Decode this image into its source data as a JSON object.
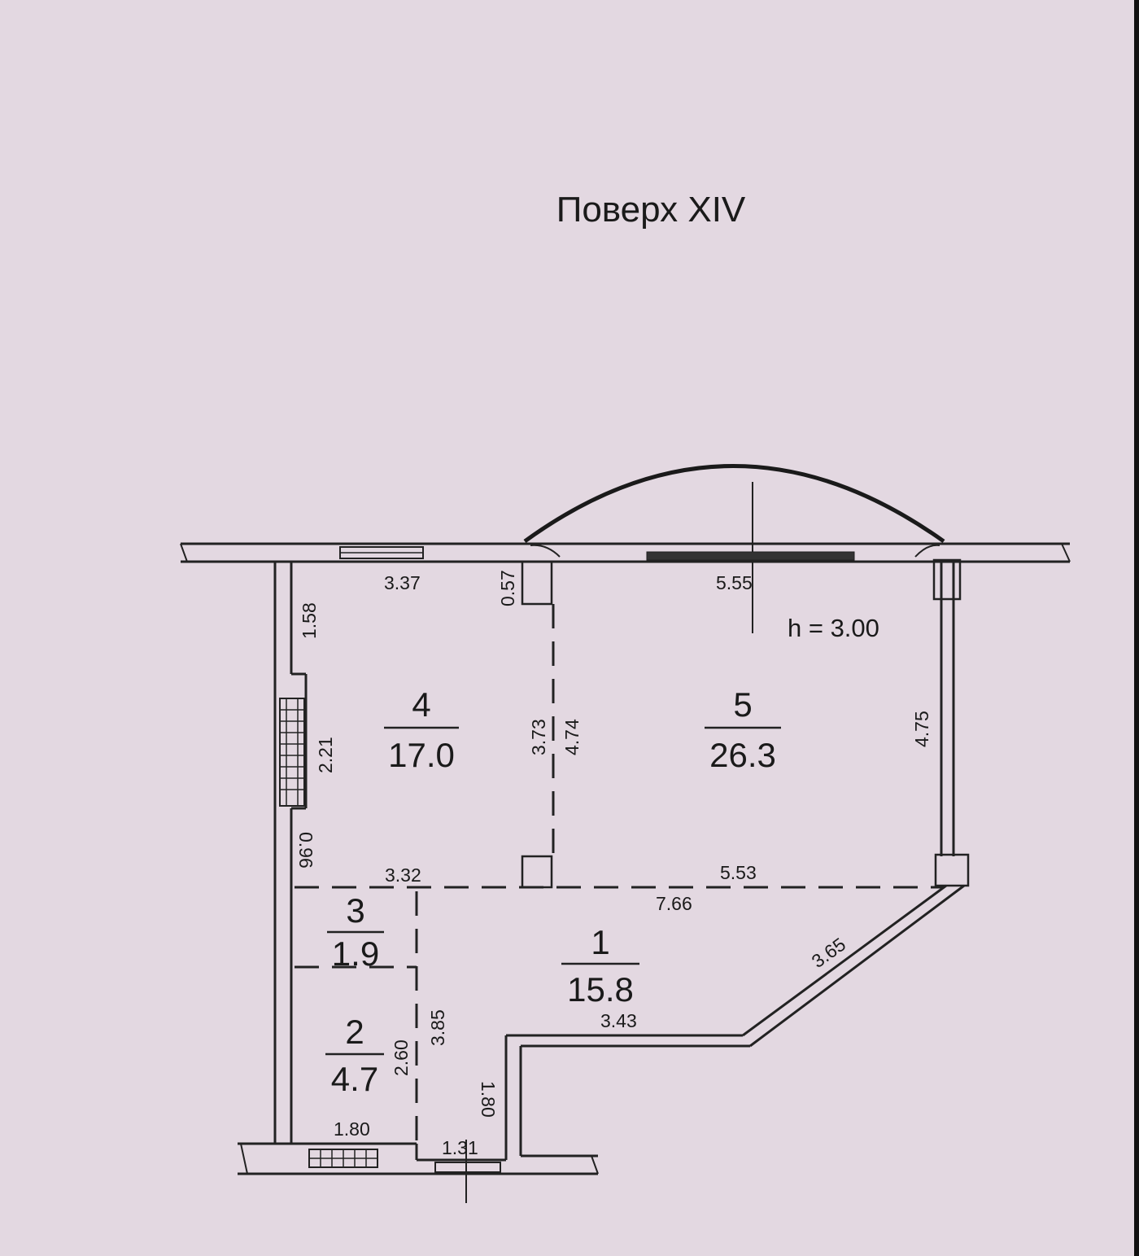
{
  "title": "Поверх XIV",
  "ceiling_height": "h = 3.00",
  "rooms": [
    {
      "number": "1",
      "area": "15.8"
    },
    {
      "number": "2",
      "area": "4.7"
    },
    {
      "number": "3",
      "area": "1.9"
    },
    {
      "number": "4",
      "area": "17.0"
    },
    {
      "number": "5",
      "area": "26.3"
    }
  ],
  "dimensions": {
    "d337": "3.37",
    "d057": "0.57",
    "d555": "5.55",
    "d158": "1.58",
    "d221": "2.21",
    "d373": "3.73",
    "d474": "4.74",
    "d475": "4.75",
    "d096": "0.96",
    "d332": "3.32",
    "d553": "5.53",
    "d766": "7.66",
    "d365": "3.65",
    "d343": "3.43",
    "d260": "2.60",
    "d385": "3.85",
    "d180v": "1.80",
    "d180h": "1.80",
    "d131": "1.31"
  },
  "colors": {
    "paper": "#e3d8e1",
    "ink": "#222222"
  }
}
